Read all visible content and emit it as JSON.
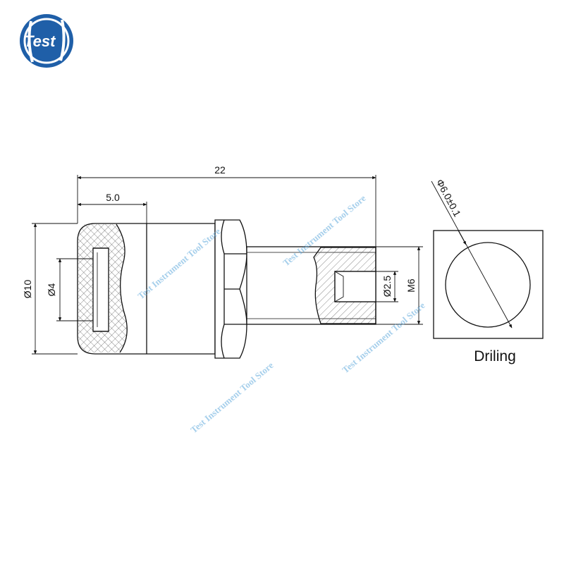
{
  "logo": {
    "text": "Test",
    "color": "#1f5fa8"
  },
  "watermark": {
    "text": "Test Instrument Tool Store",
    "color": "#5ea9dc"
  },
  "dimensions": {
    "overall_length": "22",
    "bore_depth": "5.0",
    "outer_diameter": "Ø10",
    "bore_diameter": "Ø4",
    "hole_diameter": "Ø2.5",
    "thread": "M6",
    "drill_diameter": "Φ6.0±0.1"
  },
  "drilling_label": "Driling"
}
